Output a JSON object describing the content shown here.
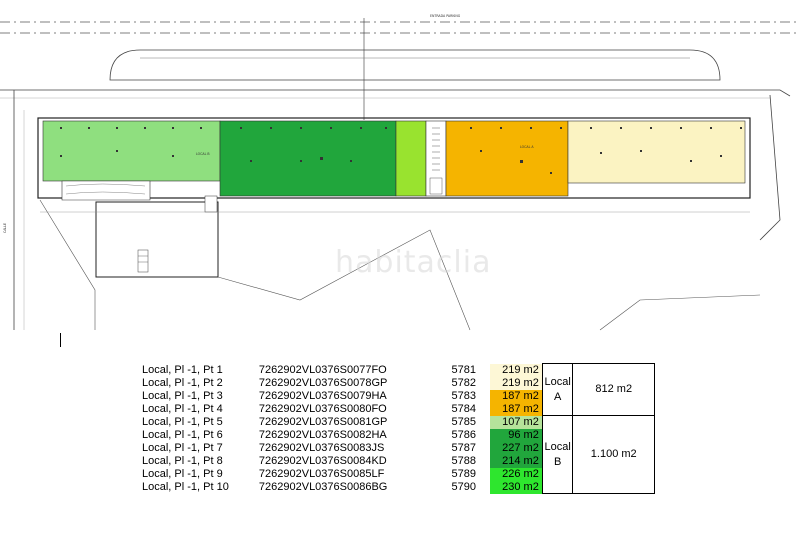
{
  "plan": {
    "road_label": "ENTRADA PARKING",
    "street_label": "CALLE",
    "local_b_label": "LOCAL B",
    "local_a_label": "LOCAL A",
    "watermark": "habitaclia",
    "zone_colors": {
      "light_green": "#8fdf7f",
      "dark_green": "#21a63c",
      "lime": "#99e32f",
      "orange": "#f5b400",
      "cream": "#fbf3c2"
    }
  },
  "rows": [
    {
      "desc": "Local, Pl -1, Pt 1",
      "ref": "7262902VL0376S0077FO",
      "code": "5781",
      "area": "219 m2",
      "color": "#fdf7d6"
    },
    {
      "desc": "Local, Pl -1, Pt 2",
      "ref": "7262902VL0376S0078GP",
      "code": "5782",
      "area": "219 m2",
      "color": "#fdf7d6"
    },
    {
      "desc": "Local, Pl -1, Pt 3",
      "ref": "7262902VL0376S0079HA",
      "code": "5783",
      "area": "187 m2",
      "color": "#f5b400"
    },
    {
      "desc": "Local, Pl -1, Pt 4",
      "ref": "7262902VL0376S0080FO",
      "code": "5784",
      "area": "187 m2",
      "color": "#f5b400"
    },
    {
      "desc": "Local, Pl -1, Pt 5",
      "ref": "7262902VL0376S0081GP",
      "code": "5785",
      "area": "107 m2",
      "color": "#b5e39a"
    },
    {
      "desc": "Local, Pl -1, Pt 6",
      "ref": "7262902VL0376S0082HA",
      "code": "5786",
      "area": "96 m2",
      "color": "#21a63c"
    },
    {
      "desc": "Local, Pl -1, Pt 7",
      "ref": "7262902VL0376S0083JS",
      "code": "5787",
      "area": "227 m2",
      "color": "#21a63c"
    },
    {
      "desc": "Local, Pl -1, Pt 8",
      "ref": "7262902VL0376S0084KD",
      "code": "5788",
      "area": "214 m2",
      "color": "#21a63c"
    },
    {
      "desc": "Local, Pl -1, Pt 9",
      "ref": "7262902VL0376S0085LF",
      "code": "5789",
      "area": "226 m2",
      "color": "#2ee62e"
    },
    {
      "desc": "Local, Pl -1, Pt 10",
      "ref": "7262902VL0376S0086BG",
      "code": "5790",
      "area": "230 m2",
      "color": "#2ee62e"
    }
  ],
  "groups": {
    "a": {
      "name_line1": "Local",
      "name_line2": "A",
      "total": "812 m2"
    },
    "b": {
      "name_line1": "Local",
      "name_line2": "B",
      "total": "1.100 m2"
    }
  }
}
